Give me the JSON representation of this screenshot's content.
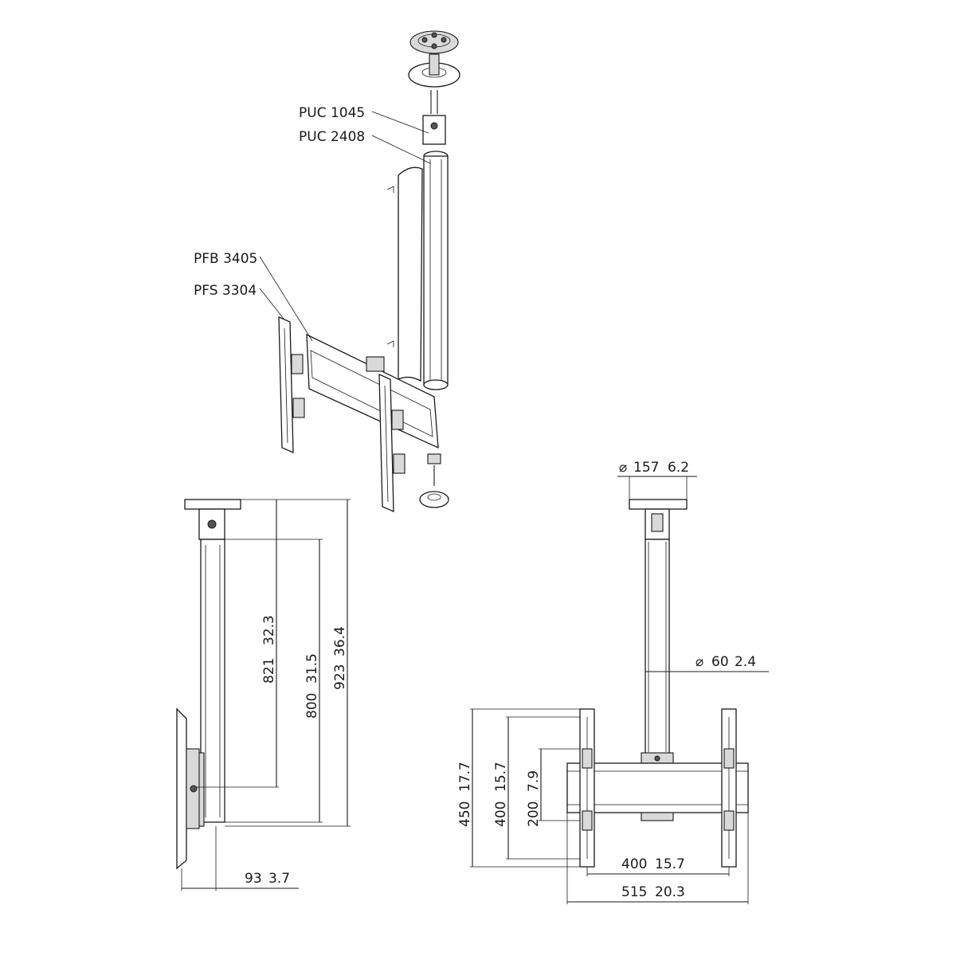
{
  "part_labels": {
    "puc_1045": "PUC 1045",
    "puc_2408": "PUC 2408",
    "pfb_3405": "PFB 3405",
    "pfs_3304": "PFS 3304"
  },
  "side_view": {
    "height_821": {
      "mm": "821",
      "in": "32.3"
    },
    "height_800": {
      "mm": "800",
      "in": "31.5"
    },
    "height_923": {
      "mm": "923",
      "in": "36.4"
    },
    "depth_93": {
      "mm": "93",
      "in": "3.7"
    }
  },
  "front_view": {
    "ceiling_plate_diameter": {
      "symbol": "⌀",
      "mm": "157",
      "in": "6.2"
    },
    "column_diameter": {
      "symbol": "⌀",
      "mm": "60",
      "in": "2.4"
    },
    "height_450": {
      "mm": "450",
      "in": "17.7"
    },
    "height_400": {
      "mm": "400",
      "in": "15.7"
    },
    "height_200": {
      "mm": "200",
      "in": "7.9"
    },
    "width_400": {
      "mm": "400",
      "in": "15.7"
    },
    "width_515": {
      "mm": "515",
      "in": "20.3"
    }
  }
}
